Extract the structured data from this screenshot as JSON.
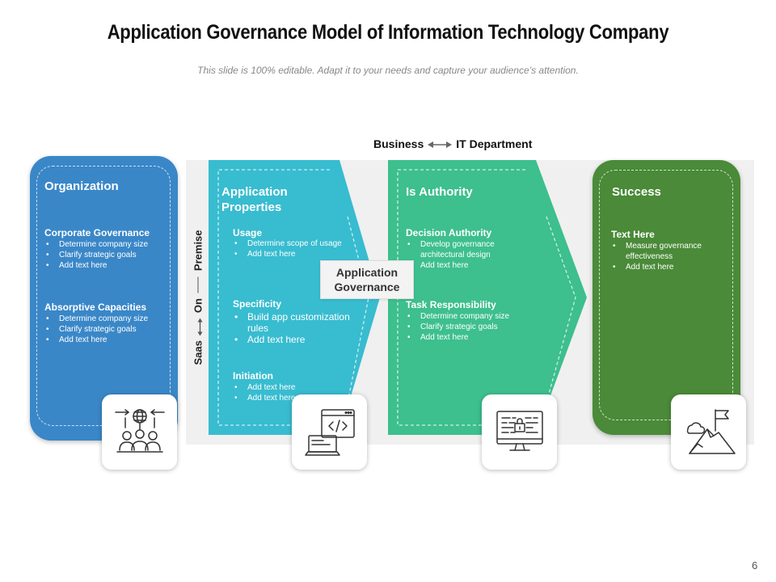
{
  "title": "Application Governance Model of Information Technology Company",
  "subtitle": "This slide is 100% editable. Adapt it to your needs and capture your audience’s attention.",
  "top_flow": {
    "left": "Business",
    "right": "IT Department"
  },
  "vertical_label": {
    "left": "Saas",
    "middle": "On",
    "right": "Premise"
  },
  "center_label": {
    "line1": "Application",
    "line2": "Governance"
  },
  "organization": {
    "heading": "Organization",
    "sections": [
      {
        "title": "Corporate Governance",
        "bullets": [
          "Determine company size",
          "Clarify strategic goals",
          "Add text here"
        ]
      },
      {
        "title": "Absorptive Capacities",
        "bullets": [
          "Determine company size",
          "Clarify strategic goals",
          "Add text here"
        ]
      }
    ]
  },
  "app_properties": {
    "heading_line1": "Application",
    "heading_line2": "Properties",
    "sections": [
      {
        "title": "Usage",
        "bullets": [
          "Determine scope of usage",
          "Add text here"
        ]
      },
      {
        "title": "Specificity",
        "bullets": [
          "Build app customization rules",
          "Add text here"
        ]
      },
      {
        "title": "Initiation",
        "bullets": [
          "Add text here",
          "Add text here"
        ]
      }
    ]
  },
  "authority": {
    "heading": "Is Authority",
    "sections": [
      {
        "title": "Decision Authority",
        "bullets": [
          "Develop governance architectural design",
          "Add text here"
        ]
      },
      {
        "title": "Task Responsibility",
        "bullets": [
          "Determine company size",
          "Clarify strategic goals",
          "Add text here"
        ]
      }
    ]
  },
  "success": {
    "heading": "Success",
    "sections": [
      {
        "title": "Text Here",
        "bullets": [
          "Measure governance effectiveness",
          "Add text here"
        ]
      }
    ]
  },
  "icons": [
    "team-network-icon",
    "code-laptop-icon",
    "secure-monitor-icon",
    "mountain-flag-icon"
  ],
  "colors": {
    "blue": "#3a87c8",
    "cyan": "#38bcd0",
    "green": "#3dbf8e",
    "dark_green": "#4a8a38",
    "backdrop": "#f0f0f0"
  },
  "page_number": "6"
}
